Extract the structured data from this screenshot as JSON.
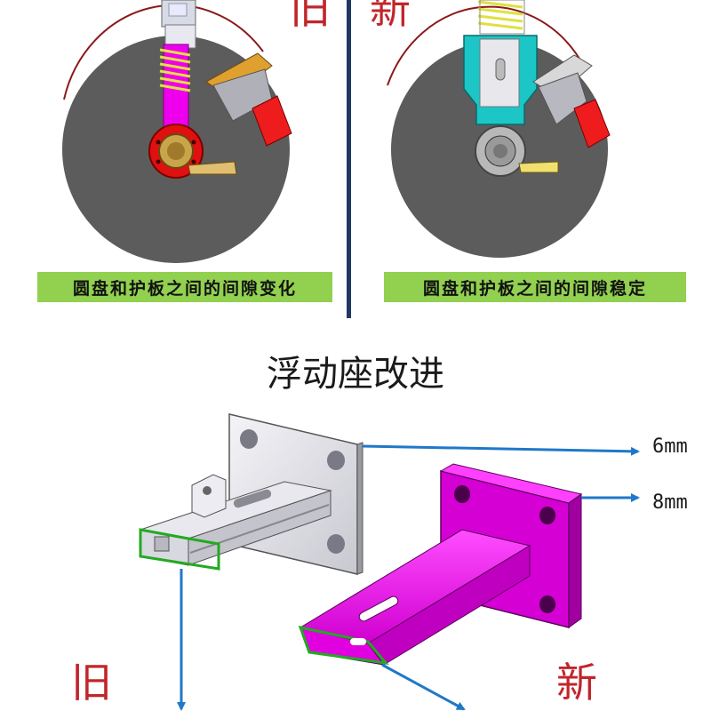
{
  "captions": {
    "old": "圆盘和护板之间的间隙变化",
    "new": "圆盘和护板之间的间隙稳定"
  },
  "section_title": "浮动座改进",
  "labels": {
    "old_top": "旧",
    "new_top": "新",
    "old_bottom": "旧",
    "new_bottom": "新"
  },
  "dimensions": {
    "old_plate": "6mm",
    "new_plate": "8mm"
  },
  "colors": {
    "caption_bg": "#92d050",
    "divider": "#1f3864",
    "disc": "#5c5c5c",
    "old_part": "#ee00ee",
    "new_part": "#1cc6c6",
    "guard_red": "#ee1c1c",
    "label_red": "#c0262b",
    "arrow_blue": "#1f78c8",
    "edge_green": "#22aa22"
  }
}
